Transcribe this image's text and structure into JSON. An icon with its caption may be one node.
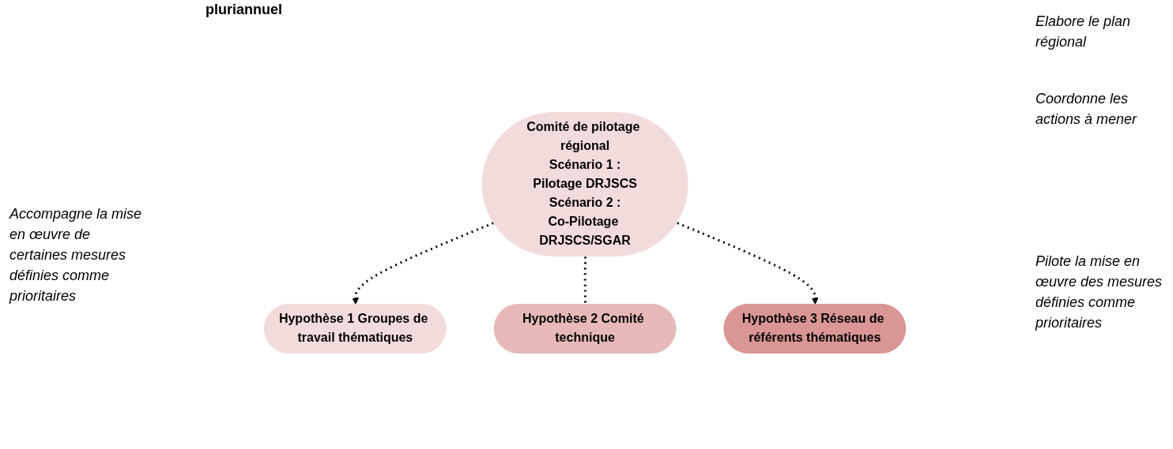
{
  "diagram": {
    "title": "pluriannuel",
    "nodes": [
      {
        "text": [
          "Comité de pilotage régional",
          "Scénario 1 :",
          "Pilotage DRJSCS",
          "Scénario 2 :",
          "Co-Pilotage DRJSCS/SGAR"
        ]
      },
      {
        "text": [
          "Hypothèse 1 Groupes de travail thématiques"
        ]
      },
      {
        "text": [
          "Hypothèse 2 Comité technique"
        ]
      },
      {
        "text": [
          "Hypothèse 3 Réseau de référents thématiques"
        ]
      }
    ],
    "edges": [
      {
        "from": 0,
        "to": 1,
        "arrow": "to",
        "style": "dashed"
      },
      {
        "from": 0,
        "to": 2,
        "arrow": "none",
        "style": "dashed"
      },
      {
        "from": 0,
        "to": 3,
        "arrow": "to",
        "style": "dashed"
      }
    ],
    "labels": [
      "Elabore le plan régional",
      "Coordonne les actions à mener",
      "Accompagne la mise en œuvre de certaines mesures définies comme prioritaires",
      "Pilote la mise en œuvre des mesures définies comme prioritaires"
    ]
  }
}
